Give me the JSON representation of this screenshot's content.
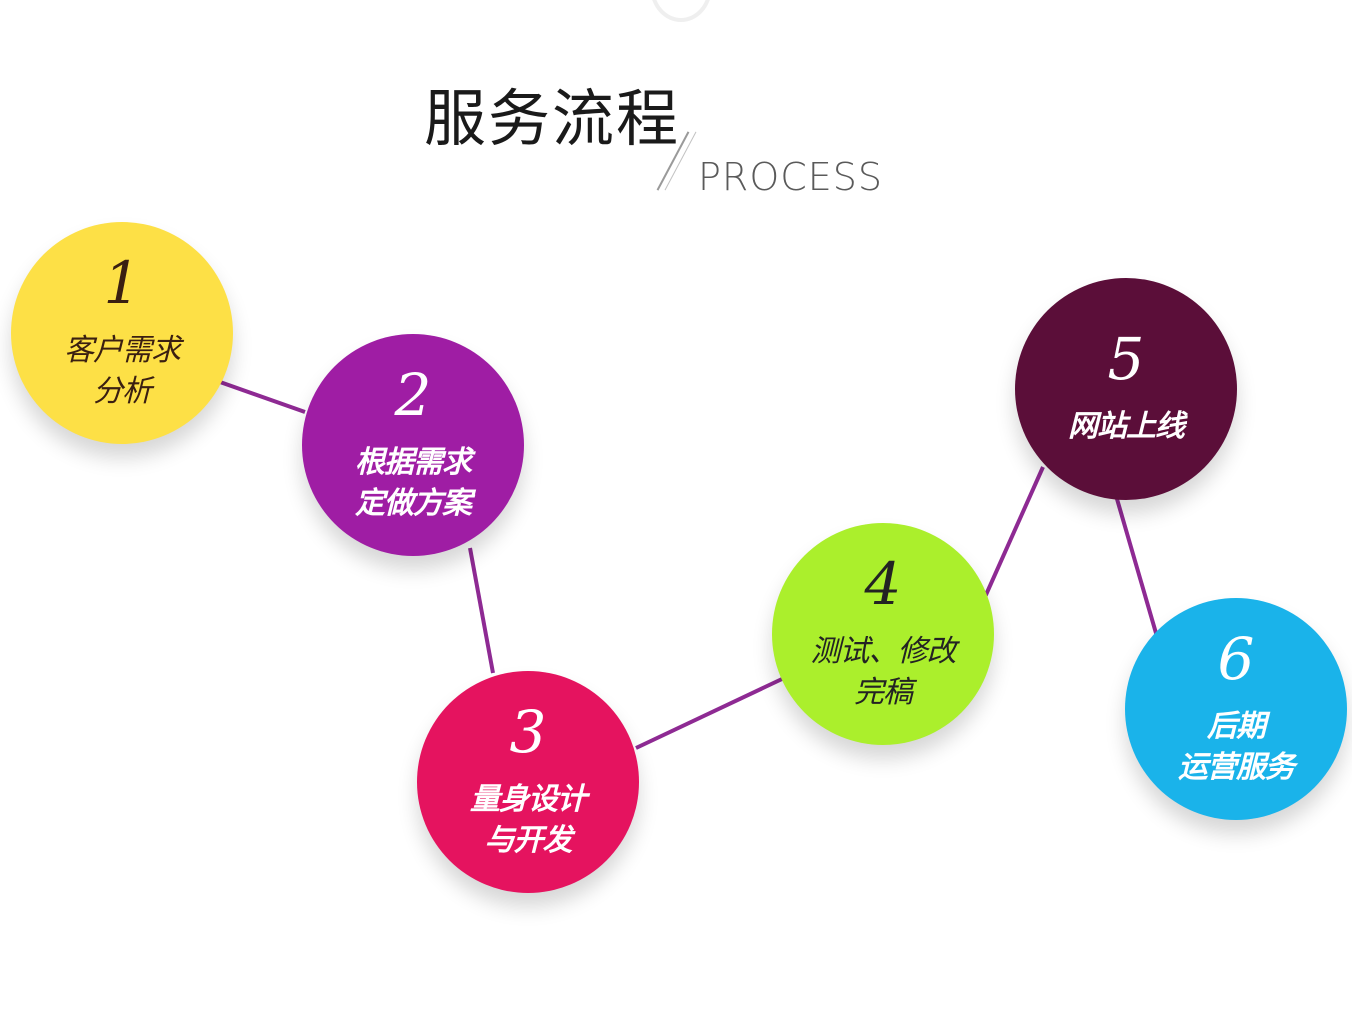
{
  "header": {
    "title_cn": "服务流程",
    "title_en": "PROCESS"
  },
  "steps": [
    {
      "number": "1",
      "label": "客户需求\n分析",
      "color": "#fde046"
    },
    {
      "number": "2",
      "label": "根据需求\n定做方案",
      "color": "#9f1da4"
    },
    {
      "number": "3",
      "label": "量身设计\n与开发",
      "color": "#e5135f"
    },
    {
      "number": "4",
      "label": "测试、修改\n完稿",
      "color": "#abef2c"
    },
    {
      "number": "5",
      "label": "网站上线",
      "color": "#5b0e39"
    },
    {
      "number": "6",
      "label": "后期\n运营服务",
      "color": "#1ab3ea"
    }
  ],
  "connector_color": "#8e2a93"
}
